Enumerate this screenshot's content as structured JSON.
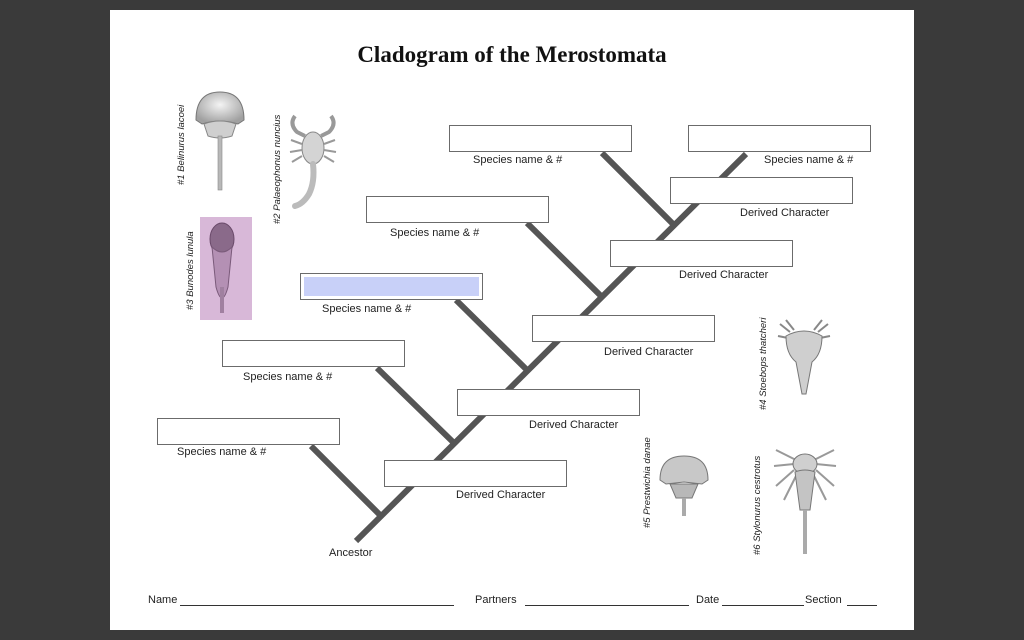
{
  "title": "Cladogram of the Merostomata",
  "labels": {
    "species": "Species name & #",
    "derived": "Derived Character",
    "ancestor": "Ancestor"
  },
  "organisms": [
    {
      "id": "1",
      "label": "#1 Belinurus lacoei"
    },
    {
      "id": "2",
      "label": "#2 Palaeophonus nuncius"
    },
    {
      "id": "3",
      "label": "#3 Bunodes lunula"
    },
    {
      "id": "4",
      "label": "#4 Stoebops thatcheri"
    },
    {
      "id": "5",
      "label": "#5 Prestwichia danae"
    },
    {
      "id": "6",
      "label": "#6 Stylonurus cestrotus"
    }
  ],
  "footer": {
    "name": "Name",
    "partners": "Partners",
    "date": "Date",
    "section": "Section"
  },
  "colors": {
    "branch": "#555555",
    "selected_fill": "#c8d0f8",
    "bunodes_bg": "#d8b8d8"
  }
}
